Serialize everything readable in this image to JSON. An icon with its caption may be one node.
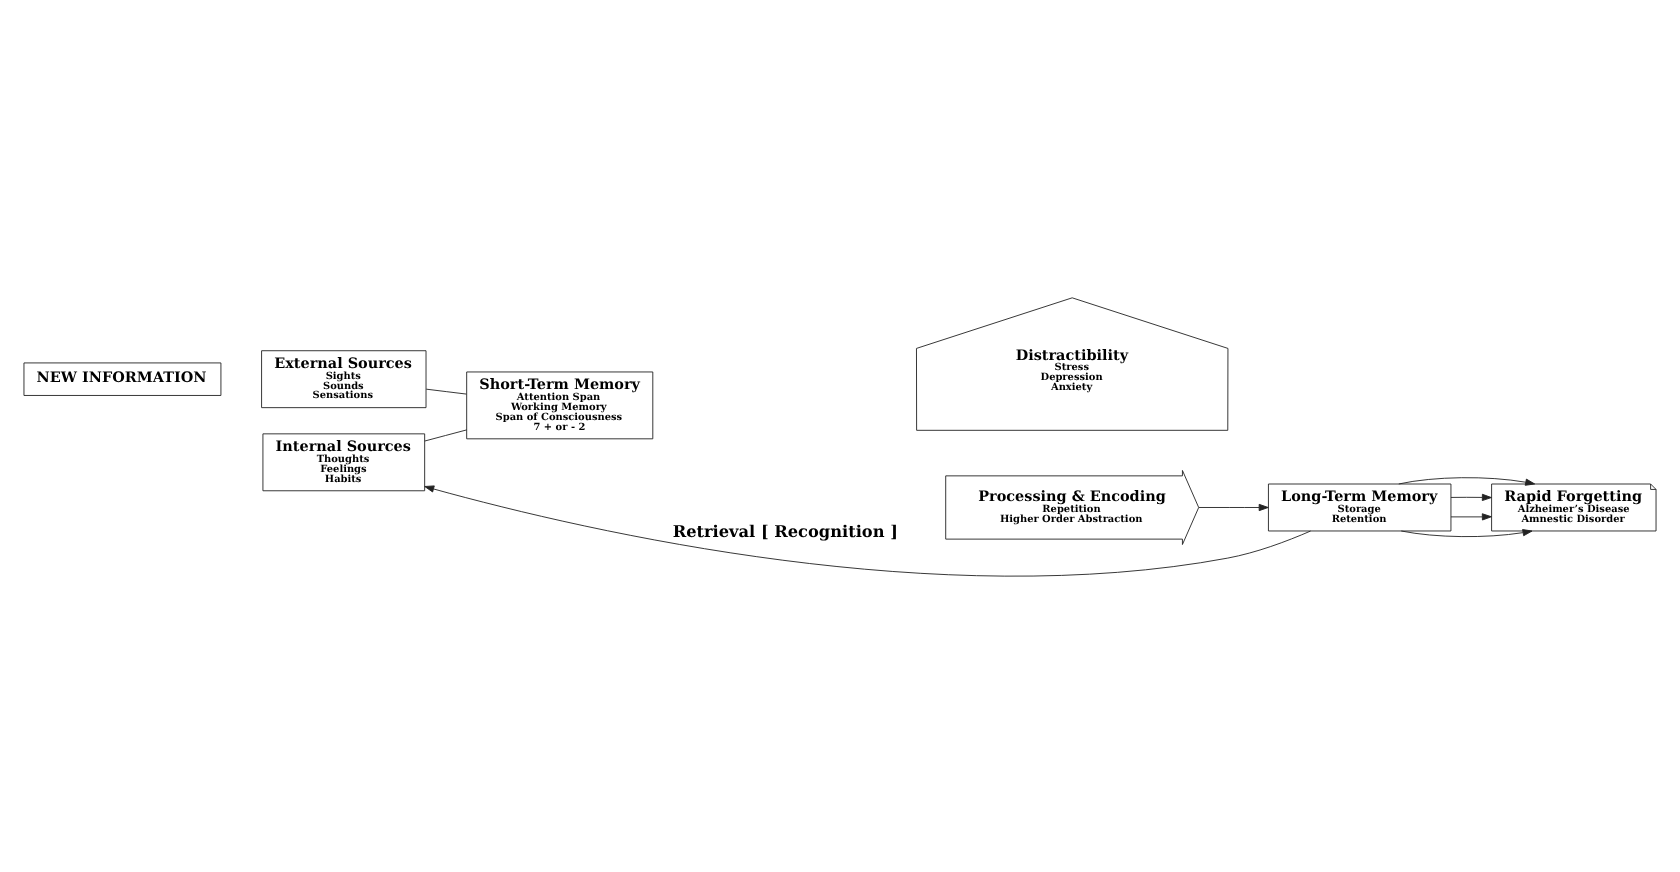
{
  "diagram": {
    "nodes": [
      {
        "text": [
          "NEW INFORMATION"
        ]
      },
      {
        "text": [
          "External Sources",
          "Sights",
          "Sounds",
          "Sensations"
        ]
      },
      {
        "text": [
          "Internal Sources",
          "Thoughts",
          "Feelings",
          "Habits"
        ]
      },
      {
        "text": [
          "Short-Term Memory",
          "Attention Span",
          "Working Memory",
          "Span of Consciousness",
          "7 + or - 2"
        ]
      },
      {
        "text": [
          "Distractibility",
          "Stress",
          "Depression",
          "Anxiety"
        ]
      },
      {
        "text": [
          "Processing & Encoding",
          "Repetition",
          "Higher Order Abstraction"
        ]
      },
      {
        "text": [
          "Long-Term Memory",
          "Storage",
          "Retention"
        ]
      },
      {
        "text": [
          "Rapid Forgetting",
          "Alzheimer’s Disease",
          "Amnestic Disorder"
        ]
      }
    ],
    "edges": [
      {
        "from": 1,
        "to": 3,
        "arrow": "none"
      },
      {
        "from": 2,
        "to": 3,
        "arrow": "none"
      },
      {
        "from": 5,
        "to": 6,
        "arrow": "to"
      },
      {
        "from": 6,
        "to": 7,
        "arrow": "to"
      },
      {
        "from": 6,
        "to": 7,
        "arrow": "to"
      },
      {
        "from": 6,
        "to": 7,
        "arrow": "to"
      },
      {
        "from": 6,
        "to": 7,
        "arrow": "to"
      },
      {
        "from": 6,
        "to": 2,
        "arrow": "to",
        "label": "Retrieval [ Recognition ]"
      }
    ]
  }
}
